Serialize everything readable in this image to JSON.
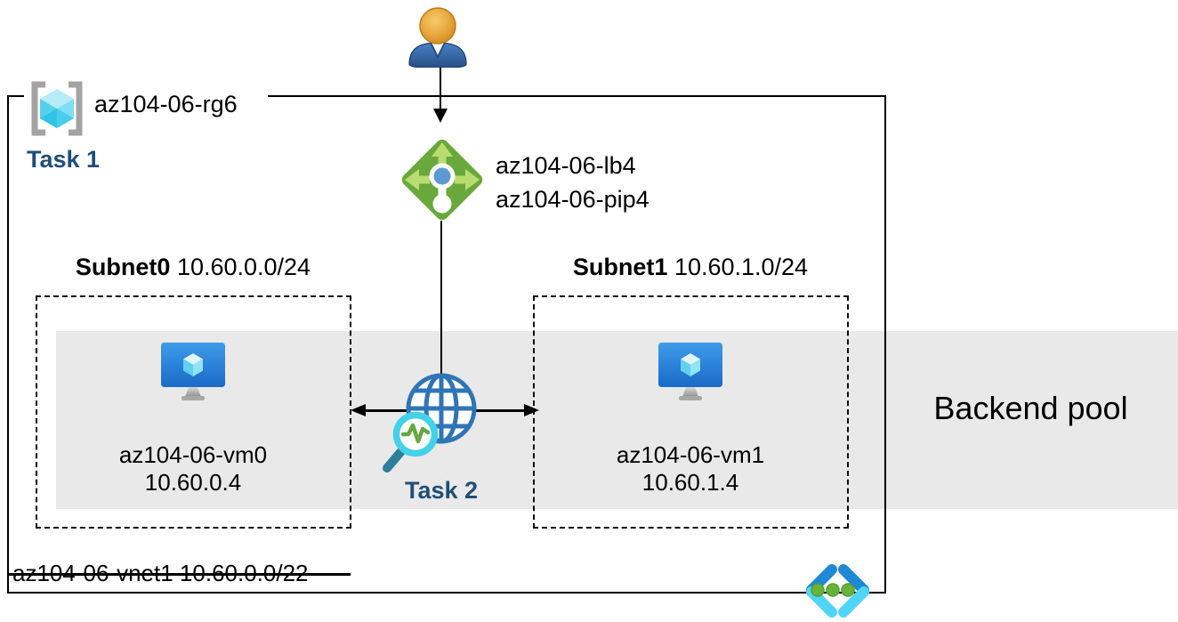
{
  "diagram_title": "Azure lab network diagram",
  "user": {
    "icon": "person-icon"
  },
  "resource_group": {
    "label": "az104-06-rg6",
    "icon": "resource-group-icon"
  },
  "tasks": {
    "task1": "Task 1",
    "task2": "Task 2"
  },
  "load_balancer": {
    "icon": "load-balancer-icon",
    "name": "az104-06-lb4",
    "public_ip": "az104-06-pip4"
  },
  "subnets": [
    {
      "name": "Subnet0",
      "cidr": "10.60.0.0/24",
      "vm_name": "az104-06-vm0",
      "vm_ip": "10.60.0.4",
      "vm_icon": "virtual-machine-icon"
    },
    {
      "name": "Subnet1",
      "cidr": "10.60.1.0/24",
      "vm_name": "az104-06-vm1",
      "vm_ip": "10.60.1.4",
      "vm_icon": "virtual-machine-icon"
    }
  ],
  "backend_pool": {
    "label": "Backend pool"
  },
  "monitor": {
    "icon": "globe-magnifier-icon"
  },
  "vnet": {
    "name": "az104-06-vnet1",
    "cidr": "10.60.0.0/22",
    "icon": "virtual-network-icon"
  },
  "colors": {
    "task_text": "#1f4e79",
    "backend_band": "#e9e9e9",
    "lb_green": "#69a83b",
    "lb_arrow_green": "#b7dc70",
    "lb_center_blue": "#5b9bd5",
    "vm_screen_blue_top": "#3f9ce8",
    "vm_screen_blue_bottom": "#1a6ac8",
    "rg_bracket_gray": "#a3a3a3",
    "cube_cyan": "#2fc3e6",
    "globe_blue": "#2e75b6",
    "magnifier_cyan": "#44d1ea",
    "magnifier_handle": "#2f7f9b",
    "zigzag_green": "#66a73e",
    "vnet_icon_blue": "#1e88d4",
    "vnet_icon_cyan": "#4fd5f7",
    "vnet_icon_green": "#68b33c",
    "person_head_orange": "#e5a235",
    "person_body_blue": "#31639f"
  }
}
